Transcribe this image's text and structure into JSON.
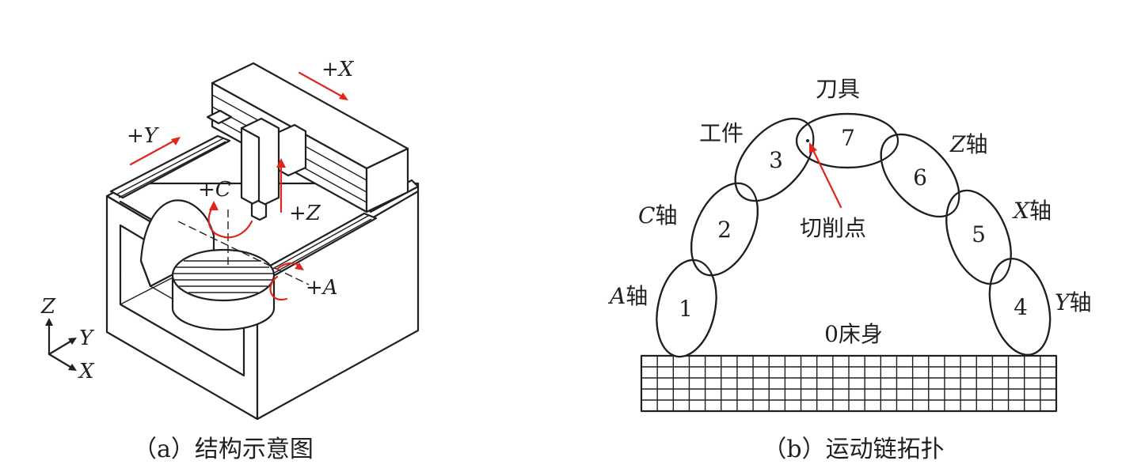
{
  "colors": {
    "line": "#231f20",
    "arrow": "#e1251b",
    "background": "#ffffff"
  },
  "panel_a": {
    "caption": "（a）结构示意图",
    "labels": {
      "plus_x": "+X",
      "plus_y": "+Y",
      "plus_z": "+Z",
      "plus_c": "+C",
      "plus_a": "+A"
    },
    "axes": {
      "z": "Z",
      "y": "Y",
      "x": "X"
    }
  },
  "panel_b": {
    "caption": "（b）运动链拓扑",
    "base_label": "0床身",
    "links": [
      {
        "number": "1",
        "axis_letter": "A",
        "axis_suffix": "轴"
      },
      {
        "number": "2",
        "axis_letter": "C",
        "axis_suffix": "轴"
      },
      {
        "number": "3",
        "axis_letter": "",
        "axis_suffix": "工件"
      },
      {
        "number": "4",
        "axis_letter": "Y",
        "axis_suffix": "轴"
      },
      {
        "number": "5",
        "axis_letter": "X",
        "axis_suffix": "轴"
      },
      {
        "number": "6",
        "axis_letter": "Z",
        "axis_suffix": "轴"
      },
      {
        "number": "7",
        "axis_letter": "",
        "axis_suffix": "刀具"
      }
    ],
    "cutting_point_label": "切削点"
  }
}
